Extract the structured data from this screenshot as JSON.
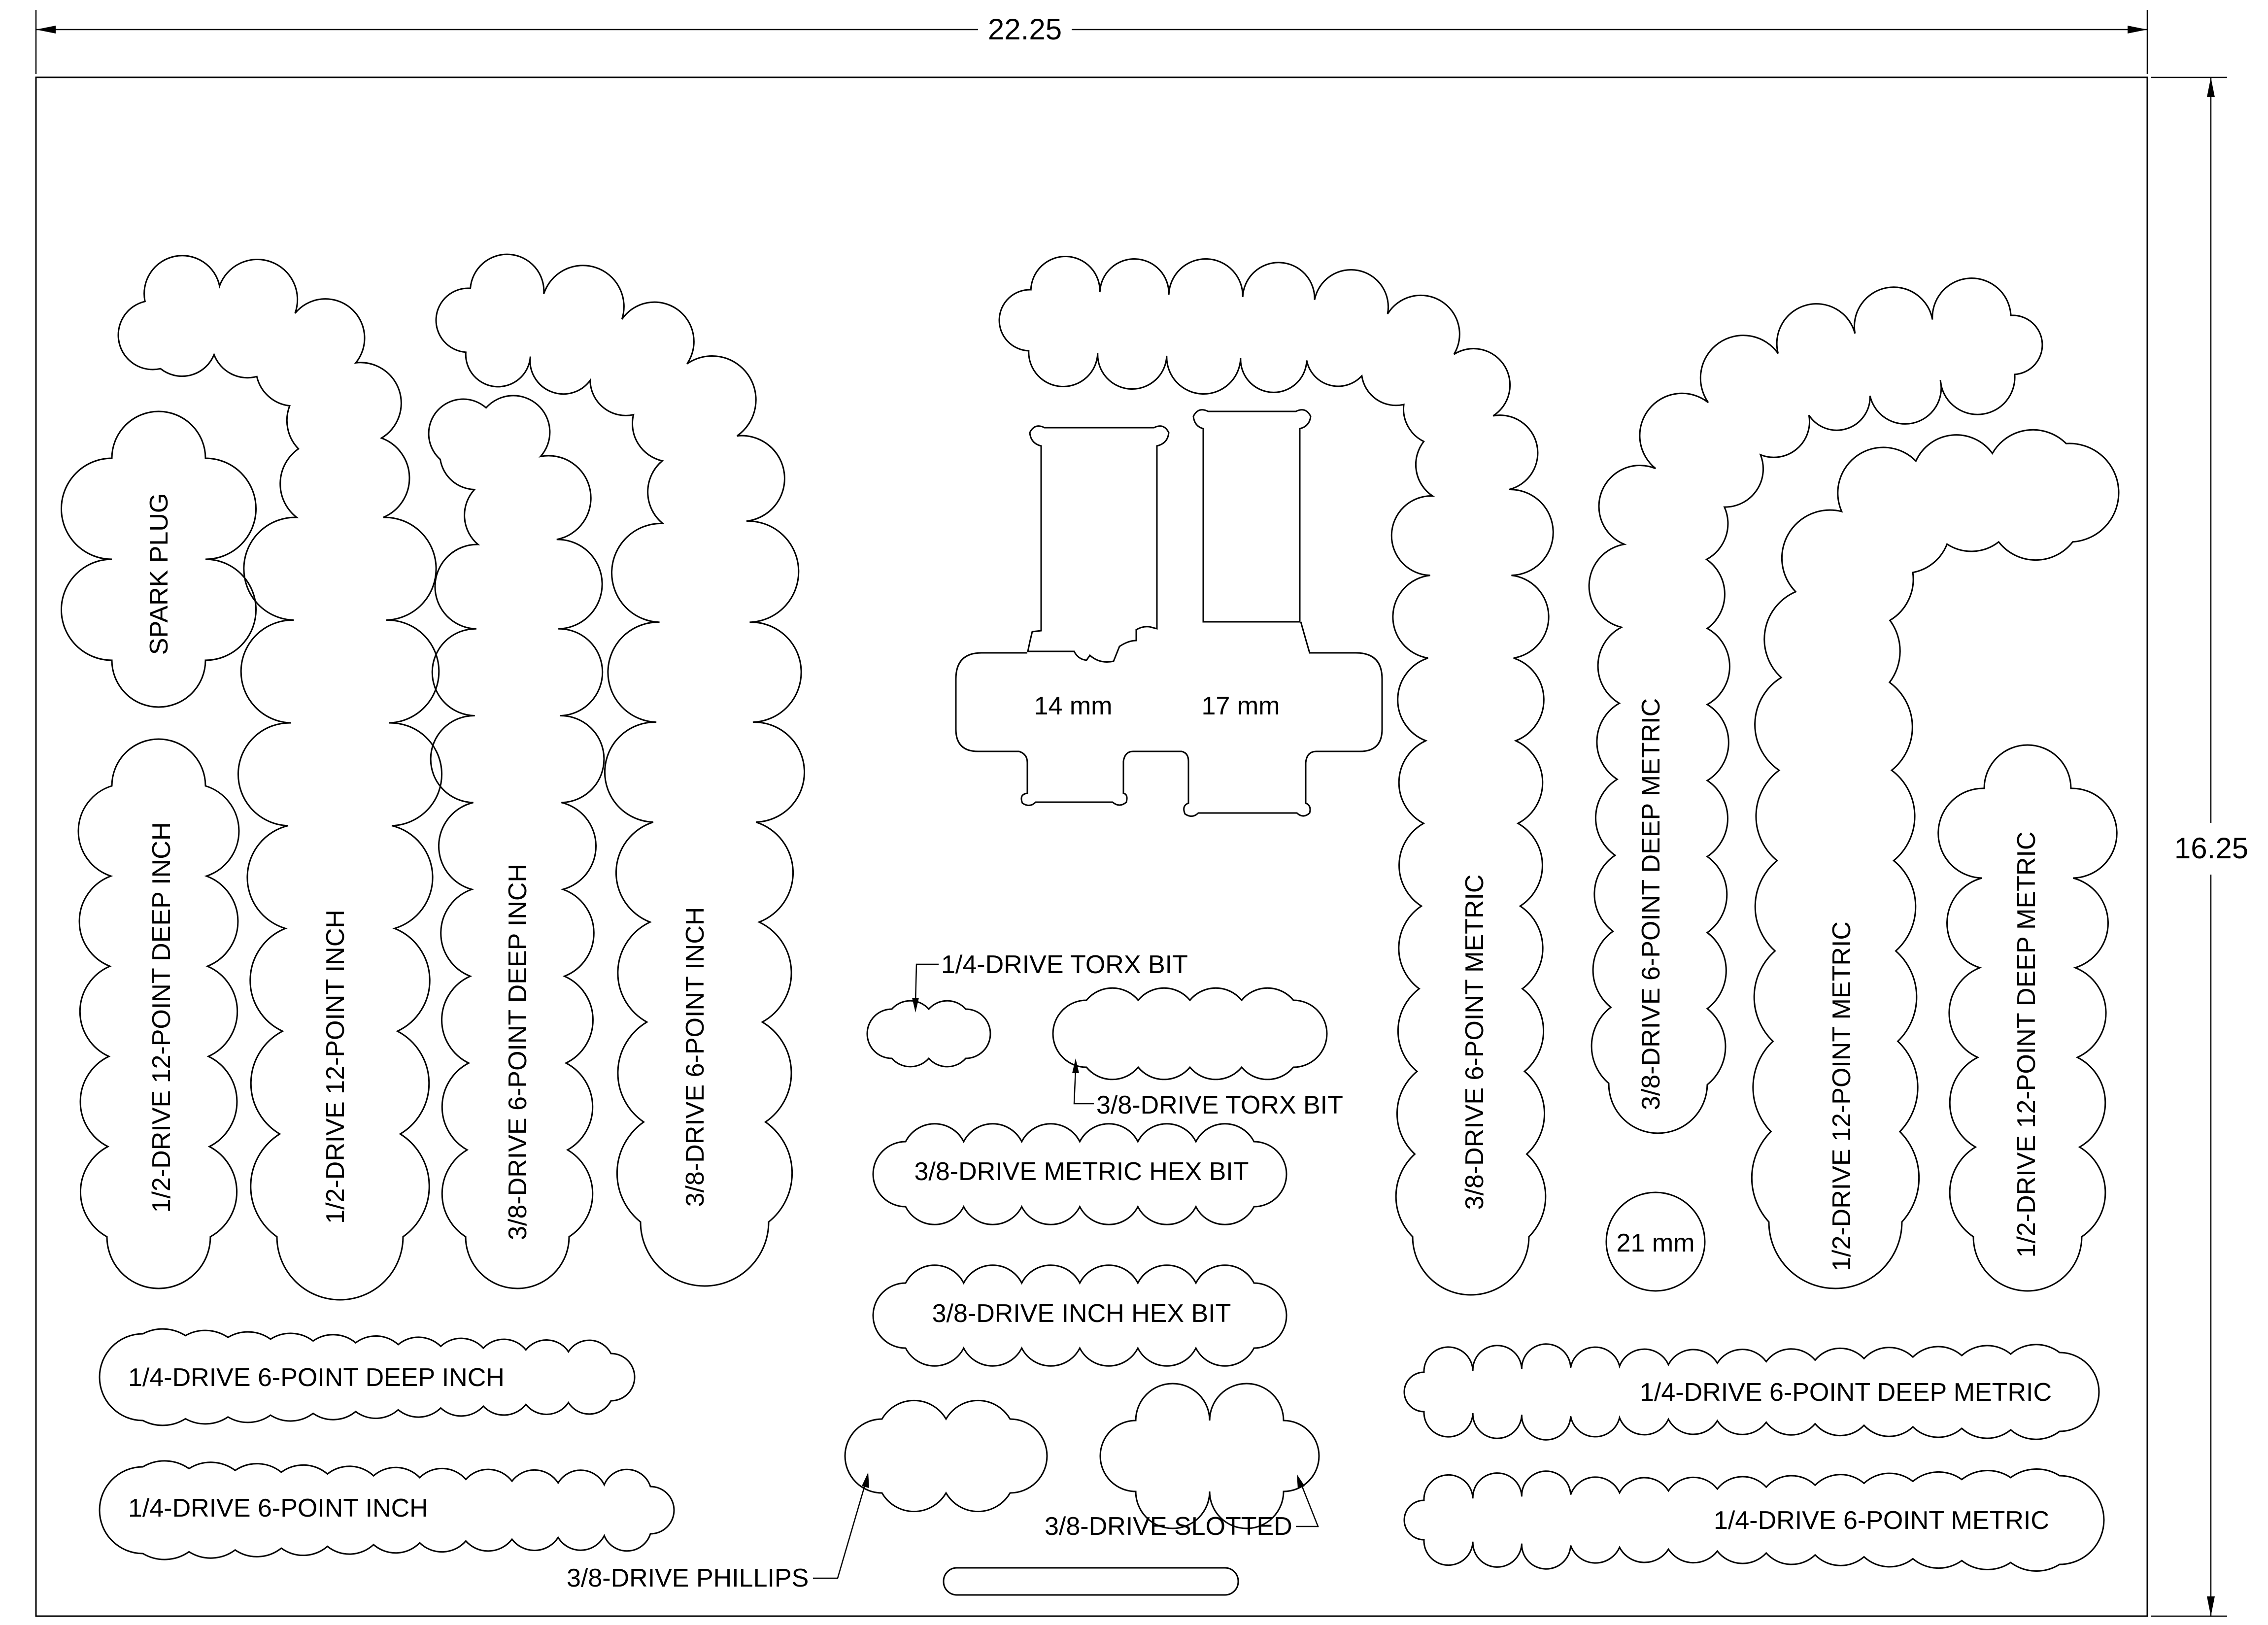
{
  "dimensions": {
    "width_label": "22.25",
    "height_label": "16.25"
  },
  "labels": {
    "spark_plug": "SPARK PLUG",
    "half_12pt_deep_inch": "1/2-DRIVE 12-POINT DEEP INCH",
    "half_12pt_inch": "1/2-DRIVE 12-POINT INCH",
    "three8_6pt_deep_inch": "3/8-DRIVE 6-POINT DEEP INCH",
    "three8_6pt_inch": "3/8-DRIVE 6-POINT INCH",
    "wrench_14": "14 mm",
    "wrench_17": "17 mm",
    "quarter_torx_bit": "1/4-DRIVE TORX BIT",
    "three8_torx_bit": "3/8-DRIVE TORX BIT",
    "three8_metric_hex_bit": "3/8-DRIVE METRIC HEX BIT",
    "three8_inch_hex_bit": "3/8-DRIVE INCH HEX BIT",
    "three8_phillips": "3/8-DRIVE PHILLIPS",
    "three8_slotted": "3/8-DRIVE SLOTTED",
    "three8_6pt_metric": "3/8-DRIVE 6-POINT METRIC",
    "three8_6pt_deep_metric": "3/8-DRIVE 6-POINT DEEP METRIC",
    "socket_21": "21 mm",
    "half_12pt_metric": "1/2-DRIVE 12-POINT METRIC",
    "half_12pt_deep_metric": "1/2-DRIVE 12-POINT DEEP METRIC",
    "quarter_6pt_deep_inch": "1/4-DRIVE 6-POINT DEEP INCH",
    "quarter_6pt_inch": "1/4-DRIVE 6-POINT INCH",
    "quarter_6pt_deep_metric": "1/4-DRIVE 6-POINT DEEP METRIC",
    "quarter_6pt_metric": "1/4-DRIVE 6-POINT METRIC"
  }
}
